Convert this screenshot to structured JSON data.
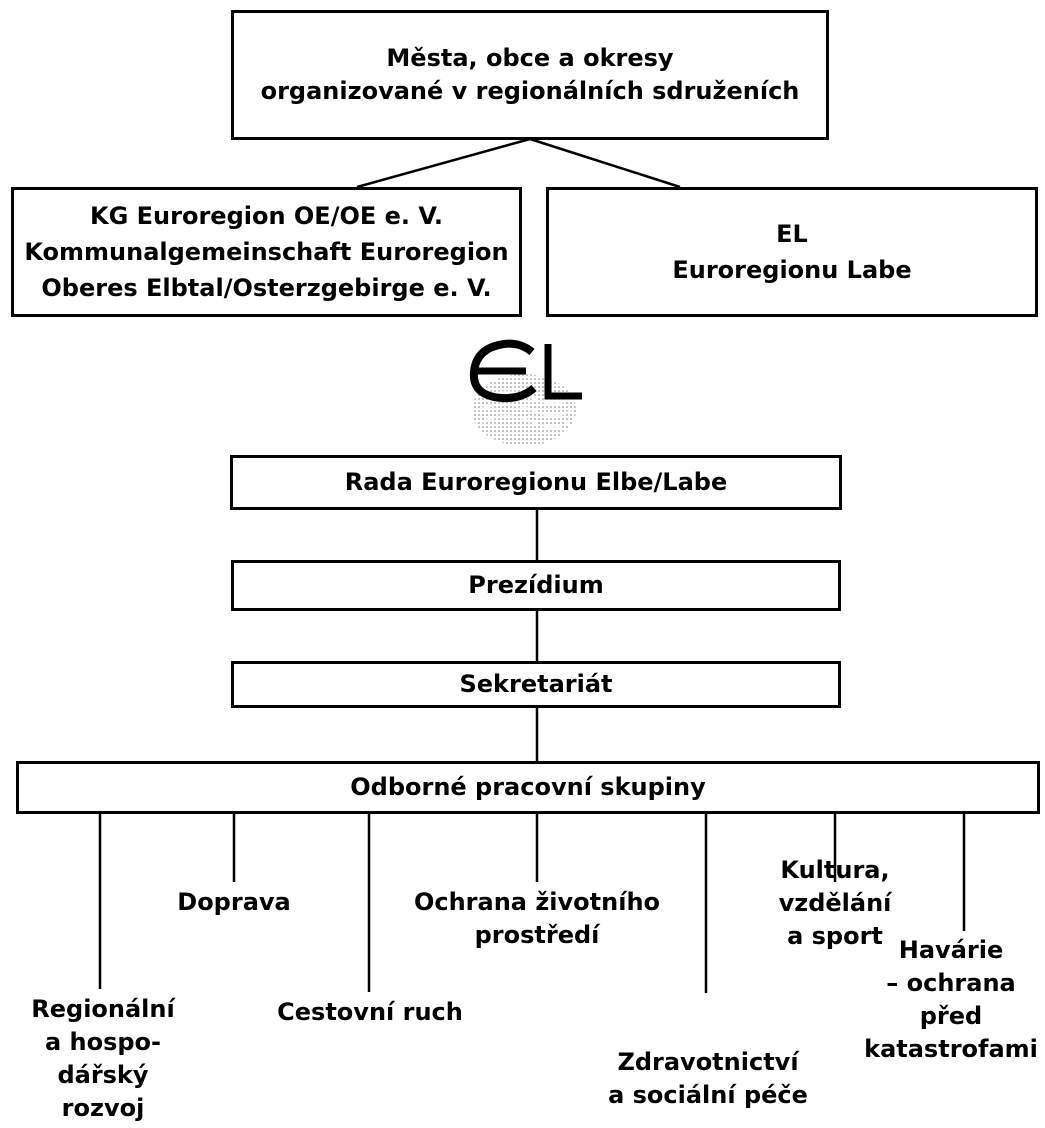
{
  "top_box": "Města, obce a okresy\norganizované v regionálních sdruženích",
  "left_box": "KG Euroregion OE/OE e. V.\nKommunalgemeinschaft Euroregion\nOberes Elbtal/Osterzgebirge e. V.",
  "right_box": "EL\nEuroregionu Labe",
  "logo_text": "EL",
  "council": "Rada Euroregionu Elbe/Labe",
  "presidium": "Prezídium",
  "secretariat": "Sekretariát",
  "working_groups": "Odborné pracovní skupiny",
  "groups": {
    "regional": "Regionální\na hospo-\ndářský\nrozvoj",
    "transport": "Doprava",
    "tourism": "Cestovní ruch",
    "environment": "Ochrana životního\nprostředí",
    "health": "Zdravotnictví\na sociální péče",
    "culture": "Kultura,\nvzdělání\na sport",
    "disaster": "Havárie\n– ochrana\npřed\nkatastrofami"
  }
}
